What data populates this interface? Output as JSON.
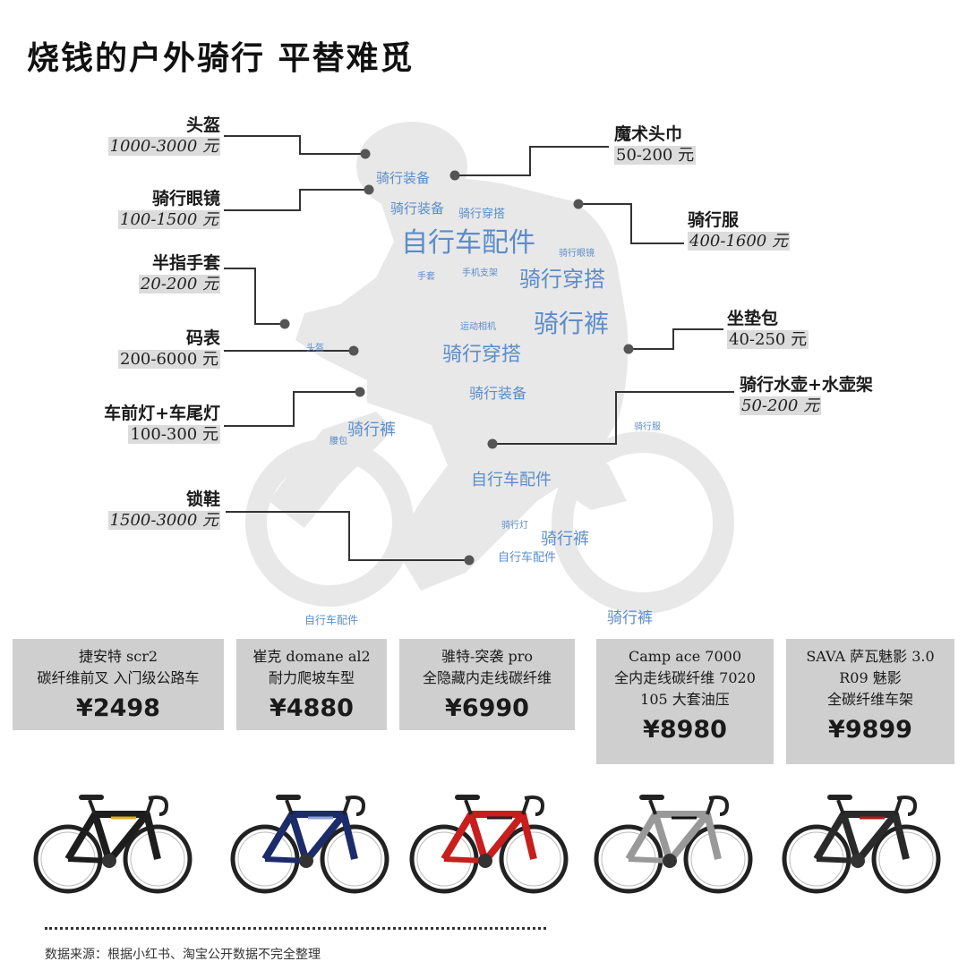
{
  "title": "烧钱的户外骑行 平替难觅",
  "labels_left": [
    {
      "name": "头盔",
      "price": "1000-3000 元",
      "italic": true
    },
    {
      "name": "骑行眼镜",
      "price": "100-1500 元",
      "italic": true
    },
    {
      "name": "半指手套",
      "price": "20-200 元",
      "italic": true
    },
    {
      "name": "码表",
      "price": "200-6000 元",
      "italic": false
    },
    {
      "name": "车前灯+车尾灯",
      "price": "100-300 元",
      "italic": false
    },
    {
      "name": "锁鞋",
      "price": "1500-3000 元",
      "italic": true
    }
  ],
  "labels_right": [
    {
      "name": "魔术头巾",
      "price": "50-200 元",
      "italic": false
    },
    {
      "name": "骑行服",
      "price": "400-1600 元",
      "italic": true
    },
    {
      "name": "坐垫包",
      "price": "40-250 元",
      "italic": false
    },
    {
      "name": "骑行水壶+水壶架",
      "price": "50-200 元",
      "italic": true
    }
  ],
  "word_cloud": [
    {
      "text": "自行车配件",
      "size": 30
    },
    {
      "text": "骑行穿搭",
      "size": 24
    },
    {
      "text": "骑行裤",
      "size": 28
    },
    {
      "text": "骑行穿搭",
      "size": 22
    },
    {
      "text": "骑行装备",
      "size": 15
    },
    {
      "text": "骑行装备",
      "size": 15
    },
    {
      "text": "骑行穿搭",
      "size": 13
    },
    {
      "text": "骑行装备",
      "size": 16
    },
    {
      "text": "骑行裤",
      "size": 18
    },
    {
      "text": "自行车配件",
      "size": 18
    },
    {
      "text": "骑行裤",
      "size": 18
    },
    {
      "text": "骑行裤",
      "size": 17
    },
    {
      "text": "自行车配件",
      "size": 13
    },
    {
      "text": "自行车配件",
      "size": 12
    },
    {
      "text": "运动相机",
      "size": 10
    },
    {
      "text": "手机支架",
      "size": 10
    },
    {
      "text": "头盔",
      "size": 10
    },
    {
      "text": "手套",
      "size": 10
    },
    {
      "text": "骑行灯",
      "size": 10
    },
    {
      "text": "腰包",
      "size": 10
    },
    {
      "text": "骑行眼镜",
      "size": 10
    },
    {
      "text": "骑行服",
      "size": 10
    }
  ],
  "bikes": [
    {
      "lines": [
        "捷安特 scr2",
        "碳纤维前叉 入门级公路车"
      ],
      "price": "¥2498",
      "frame": "#1d1d1d",
      "accent": "#e0b020"
    },
    {
      "lines": [
        "崔克 domane al2",
        "耐力爬坡车型"
      ],
      "price": "¥4880",
      "frame": "#1c2c6a",
      "accent": "#8fa0d8"
    },
    {
      "lines": [
        "骓特-突袭 pro",
        "全隐藏内走线碳纤维"
      ],
      "price": "¥6990",
      "frame": "#c81e1e",
      "accent": "#222222"
    },
    {
      "lines": [
        "Camp ace 7000",
        "全内走线碳纤维 7020",
        "105 大套油压"
      ],
      "price": "¥8980",
      "frame": "#f2f2f2",
      "accent": "#111111"
    },
    {
      "lines": [
        "SAVA 萨瓦魅影 3.0",
        "R09 魅影",
        "全碳纤维车架"
      ],
      "price": "¥9899",
      "frame": "#2a2a2a",
      "accent": "#b01818"
    }
  ],
  "source": "数据来源：根据小红书、淘宝公开数据不完全整理",
  "colors": {
    "silhouette": "#e8e8e8",
    "word": "#5b8dc9",
    "box": "#cfcfcf",
    "leader": "#333333"
  }
}
